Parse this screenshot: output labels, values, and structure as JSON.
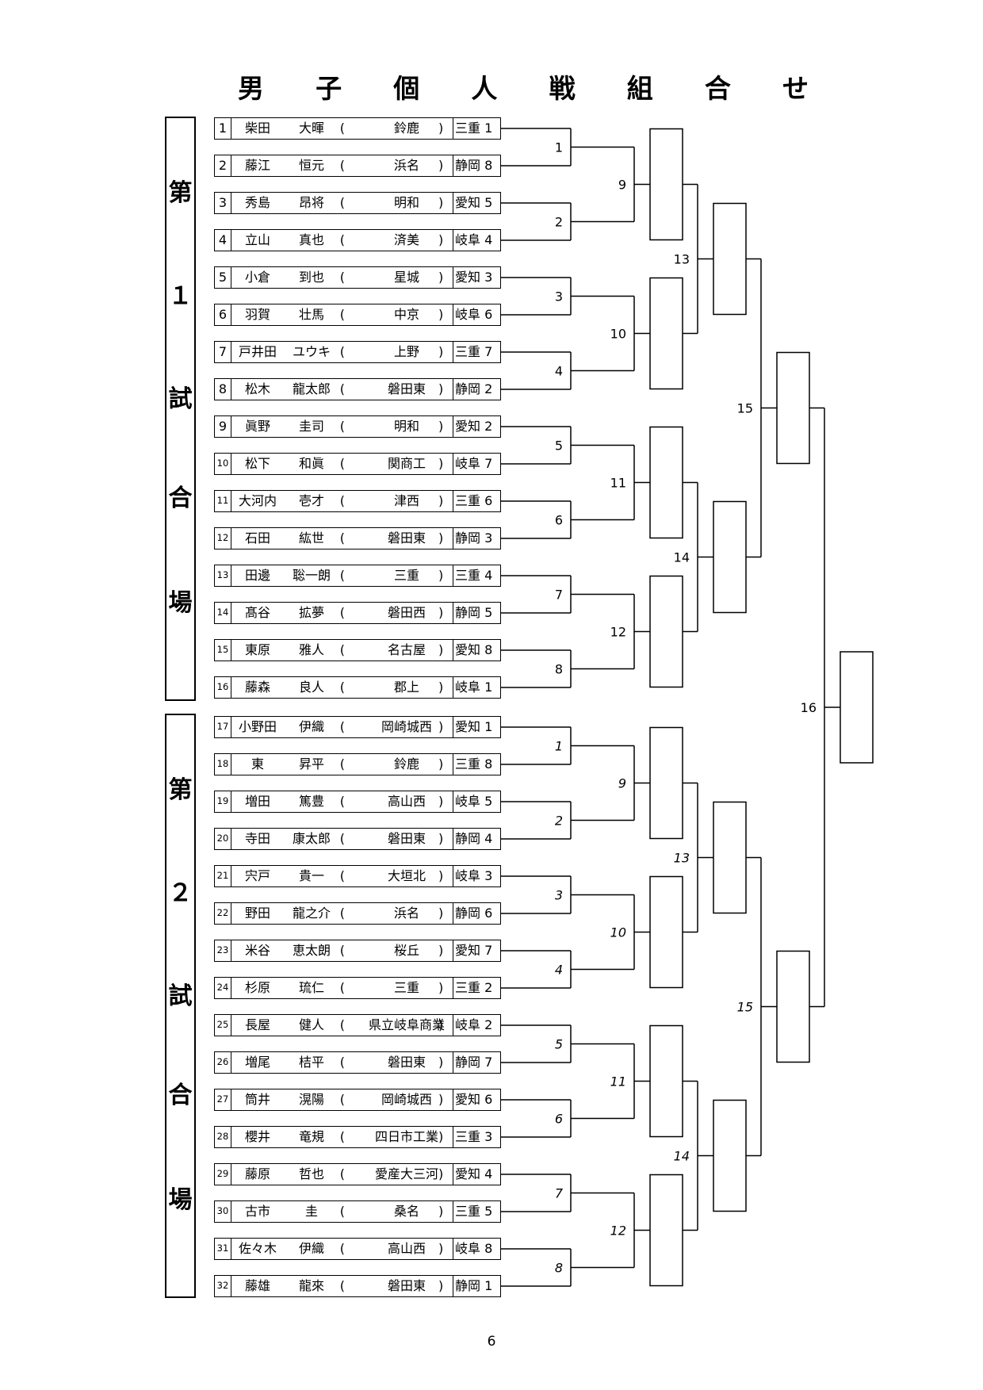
{
  "title": [
    "男",
    "子",
    "個",
    "人",
    "戦",
    "組",
    "合",
    "せ"
  ],
  "venues": [
    {
      "chars": [
        "第",
        "１",
        "試",
        "合",
        "場"
      ]
    },
    {
      "chars": [
        "第",
        "２",
        "試",
        "合",
        "場"
      ]
    }
  ],
  "entries": [
    {
      "no": "1",
      "surname": "柴田",
      "given": "大暉",
      "school": "鈴鹿",
      "pref": "三重 1"
    },
    {
      "no": "2",
      "surname": "藤江",
      "given": "恒元",
      "school": "浜名",
      "pref": "静岡 8"
    },
    {
      "no": "3",
      "surname": "秀島",
      "given": "昂将",
      "school": "明和",
      "pref": "愛知 5"
    },
    {
      "no": "4",
      "surname": "立山",
      "given": "真也",
      "school": "済美",
      "pref": "岐阜 4"
    },
    {
      "no": "5",
      "surname": "小倉",
      "given": "到也",
      "school": "星城",
      "pref": "愛知 3"
    },
    {
      "no": "6",
      "surname": "羽賀",
      "given": "壮馬",
      "school": "中京",
      "pref": "岐阜 6"
    },
    {
      "no": "7",
      "surname": "戸井田",
      "given": "ユウキ",
      "school": "上野",
      "pref": "三重 7"
    },
    {
      "no": "8",
      "surname": "松木",
      "given": "龍太郎",
      "school": "磐田東",
      "pref": "静岡 2"
    },
    {
      "no": "9",
      "surname": "眞野",
      "given": "圭司",
      "school": "明和",
      "pref": "愛知 2"
    },
    {
      "no": "10",
      "surname": "松下",
      "given": "和眞",
      "school": "関商工",
      "pref": "岐阜 7"
    },
    {
      "no": "11",
      "surname": "大河内",
      "given": "壱才",
      "school": "津西",
      "pref": "三重 6"
    },
    {
      "no": "12",
      "surname": "石田",
      "given": "紘世",
      "school": "磐田東",
      "pref": "静岡 3"
    },
    {
      "no": "13",
      "surname": "田邊",
      "given": "聡一朗",
      "school": "三重",
      "pref": "三重 4"
    },
    {
      "no": "14",
      "surname": "髙谷",
      "given": "拡夢",
      "school": "磐田西",
      "pref": "静岡 5"
    },
    {
      "no": "15",
      "surname": "東原",
      "given": "雅人",
      "school": "名古屋",
      "pref": "愛知 8"
    },
    {
      "no": "16",
      "surname": "藤森",
      "given": "良人",
      "school": "郡上",
      "pref": "岐阜 1"
    },
    {
      "no": "17",
      "surname": "小野田",
      "given": "伊織",
      "school": "岡崎城西",
      "pref": "愛知 1"
    },
    {
      "no": "18",
      "surname": "東",
      "given": "昇平",
      "school": "鈴鹿",
      "pref": "三重 8"
    },
    {
      "no": "19",
      "surname": "増田",
      "given": "篤豊",
      "school": "高山西",
      "pref": "岐阜 5"
    },
    {
      "no": "20",
      "surname": "寺田",
      "given": "康太郎",
      "school": "磐田東",
      "pref": "静岡 4"
    },
    {
      "no": "21",
      "surname": "宍戸",
      "given": "貴一",
      "school": "大垣北",
      "pref": "岐阜 3"
    },
    {
      "no": "22",
      "surname": "野田",
      "given": "龍之介",
      "school": "浜名",
      "pref": "静岡 6"
    },
    {
      "no": "23",
      "surname": "米谷",
      "given": "恵太朗",
      "school": "桜丘",
      "pref": "愛知 7"
    },
    {
      "no": "24",
      "surname": "杉原",
      "given": "琉仁",
      "school": "三重",
      "pref": "三重 2"
    },
    {
      "no": "25",
      "surname": "長屋",
      "given": "健人",
      "school": "県立岐阜商業",
      "pref": "岐阜 2"
    },
    {
      "no": "26",
      "surname": "増尾",
      "given": "桔平",
      "school": "磐田東",
      "pref": "静岡 7"
    },
    {
      "no": "27",
      "surname": "筒井",
      "given": "滉陽",
      "school": "岡崎城西",
      "pref": "愛知 6"
    },
    {
      "no": "28",
      "surname": "櫻井",
      "given": "竜規",
      "school": "四日市工業",
      "pref": "三重 3"
    },
    {
      "no": "29",
      "surname": "藤原",
      "given": "哲也",
      "school": "愛産大三河",
      "pref": "愛知 4"
    },
    {
      "no": "30",
      "surname": "古市",
      "given": "圭",
      "school": "桑名",
      "pref": "三重 5"
    },
    {
      "no": "31",
      "surname": "佐々木",
      "given": "伊織",
      "school": "高山西",
      "pref": "岐阜 8"
    },
    {
      "no": "32",
      "surname": "藤雄",
      "given": "龍來",
      "school": "磐田東",
      "pref": "静岡 1"
    }
  ],
  "bracket": {
    "round1_labels": [
      "1",
      "2",
      "3",
      "4",
      "5",
      "6",
      "7",
      "8",
      "1",
      "2",
      "3",
      "4",
      "5",
      "6",
      "7",
      "8"
    ],
    "round2_labels": [
      "9",
      "10",
      "11",
      "12",
      "9",
      "10",
      "11",
      "12"
    ],
    "round3_labels": [
      "13",
      "14",
      "13",
      "14"
    ],
    "round4_labels": [
      "15",
      "15"
    ],
    "final_label": "16"
  },
  "page_number": "6"
}
